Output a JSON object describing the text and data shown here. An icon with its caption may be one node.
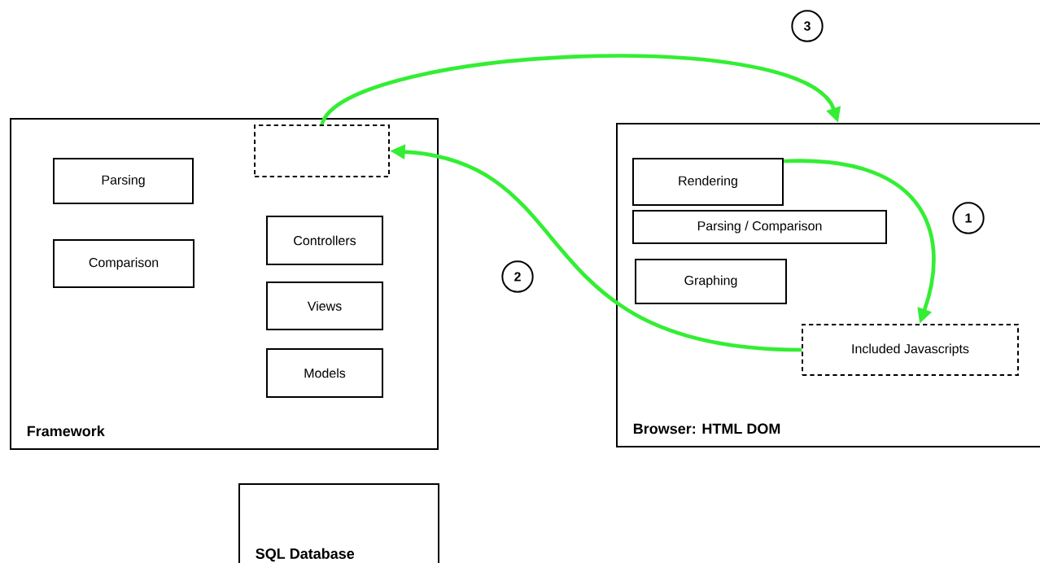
{
  "diagram": {
    "nodes": [
      {
        "text": [
          "Framework"
        ]
      },
      {
        "text": [
          "Parsing"
        ],
        "in": 0
      },
      {
        "text": [
          "Comparison"
        ],
        "in": 0
      },
      {
        "text": [],
        "shape": "box",
        "in": 0
      },
      {
        "text": [
          "Controllers"
        ],
        "in": 0
      },
      {
        "text": [
          "Views"
        ],
        "in": 0
      },
      {
        "text": [
          "Models"
        ],
        "in": 0
      },
      {
        "text": [
          "Browser: HTML DOM"
        ]
      },
      {
        "text": [
          "Rendering"
        ],
        "in": 7
      },
      {
        "text": [
          "Parsing / Comparison"
        ],
        "in": 7
      },
      {
        "text": [
          "Graphing"
        ],
        "in": 7
      },
      {
        "text": [
          "Included Javascripts"
        ],
        "in": 7
      },
      {
        "text": [
          "SQL Database"
        ]
      }
    ],
    "edges": [
      {
        "from": 3,
        "to": 7,
        "arrow": "to",
        "label": "3"
      },
      {
        "from": 8,
        "to": 11,
        "arrow": "to",
        "label": "1"
      },
      {
        "from": 11,
        "to": 3,
        "arrow": "to",
        "label": "2"
      }
    ]
  }
}
